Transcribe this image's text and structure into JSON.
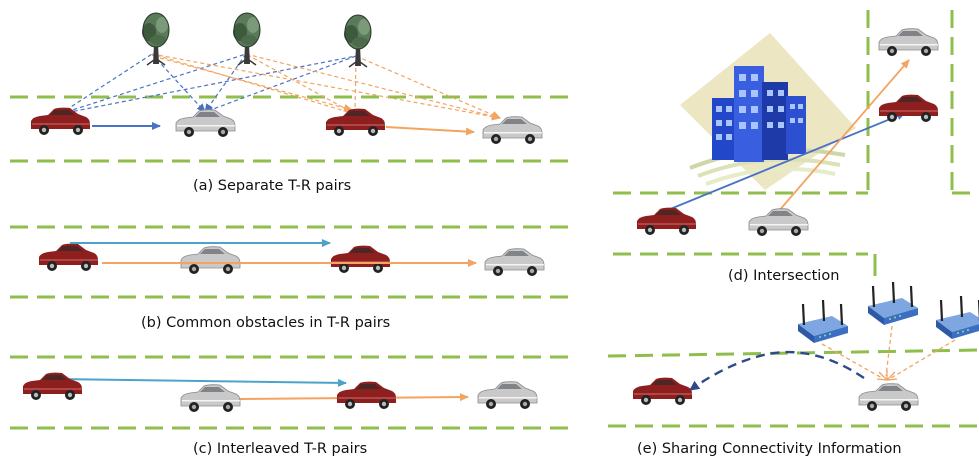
{
  "panels": {
    "a": {
      "caption": "(a) Separate T-R pairs"
    },
    "b": {
      "caption": "(b) Common obstacles in T-R pairs"
    },
    "c": {
      "caption": "(c) Interleaved T-R pairs"
    },
    "d": {
      "caption": "(d) Intersection"
    },
    "e": {
      "caption": "(e) Sharing Connectivity Information"
    }
  },
  "colors": {
    "lane_line": "#8fbe4c",
    "blue_link": "#4a72c4",
    "cyan_link": "#4ba3cc",
    "orange_link": "#f2a460",
    "car_red": "#8e1f1f",
    "car_silver": "#c9c9c9",
    "tree_canopy": "#5a7a5a",
    "building": "#2347c9",
    "router": "#3c6fc4"
  },
  "icons": [
    "tree-icon",
    "car-red-icon",
    "car-silver-icon",
    "building-icon",
    "wifi-router-icon"
  ]
}
